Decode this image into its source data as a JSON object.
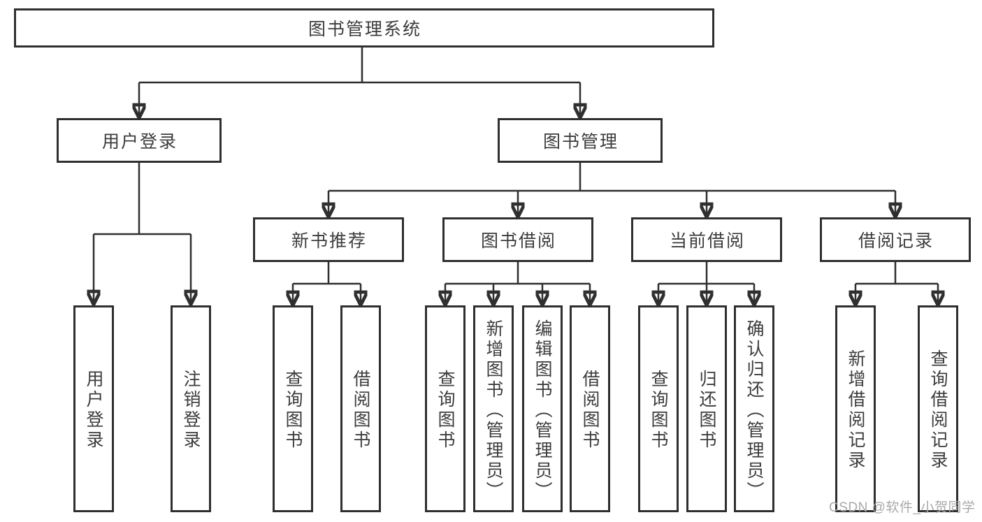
{
  "title": "图书管理系统",
  "tree": {
    "label": "图书管理系统",
    "children": [
      {
        "label": "用户登录",
        "children": [
          {
            "label": "用户登录"
          },
          {
            "label": "注销登录"
          }
        ]
      },
      {
        "label": "图书管理",
        "children": [
          {
            "label": "新书推荐",
            "children": [
              {
                "label": "查询图书"
              },
              {
                "label": "借阅图书"
              }
            ]
          },
          {
            "label": "图书借阅",
            "children": [
              {
                "label": "查询图书"
              },
              {
                "label": "新增图书（管理员）"
              },
              {
                "label": "编辑图书（管理员）"
              },
              {
                "label": "借阅图书"
              }
            ]
          },
          {
            "label": "当前借阅",
            "children": [
              {
                "label": "查询图书"
              },
              {
                "label": "归还图书"
              },
              {
                "label": "确认归还（管理员）"
              }
            ]
          },
          {
            "label": "借阅记录",
            "children": [
              {
                "label": "新增借阅记录"
              },
              {
                "label": "查询借阅记录"
              }
            ]
          }
        ]
      }
    ]
  },
  "watermark": "CSDN @软件_小贺同学",
  "colors": {
    "line": "#2f2f2f",
    "box_border": "#2f2f2f",
    "text": "#3c3c3c",
    "watermark": "#a9a9a9",
    "background": "#ffffff"
  }
}
